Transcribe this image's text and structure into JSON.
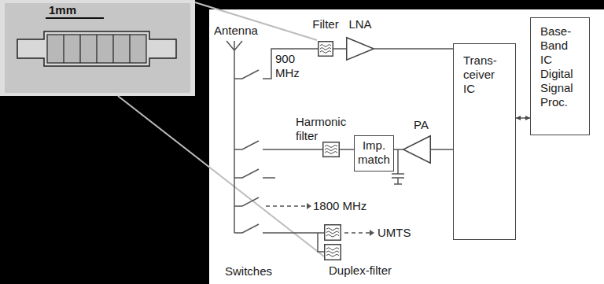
{
  "diagram": {
    "nodes": [
      {
        "text": [
          "Filter"
        ]
      },
      {
        "text": [
          "LNA"
        ]
      },
      {
        "text": [
          "Trans- ceiver IC"
        ]
      },
      {
        "text": [
          "Base- Band IC Digital Signal Proc."
        ]
      },
      {
        "text": [
          "Harmonic filter"
        ]
      },
      {
        "text": [
          "Imp. match"
        ]
      },
      {
        "text": [
          "PA"
        ]
      },
      {
        "text": [
          "Duplex-filter"
        ]
      }
    ],
    "edges": [
      {
        "from": 0,
        "to": 1,
        "arrow": "none"
      },
      {
        "from": 1,
        "to": 2,
        "arrow": "none"
      },
      {
        "from": 2,
        "to": 3,
        "arrow": "both"
      },
      {
        "from": 2,
        "to": 6,
        "arrow": "none"
      },
      {
        "from": 6,
        "to": 5,
        "arrow": "none"
      },
      {
        "from": 5,
        "to": 4,
        "arrow": "none"
      }
    ],
    "labels": [
      "1mm",
      "Antenna",
      "900 MHz",
      "1800 MHz",
      "UMTS",
      "Switches"
    ]
  }
}
